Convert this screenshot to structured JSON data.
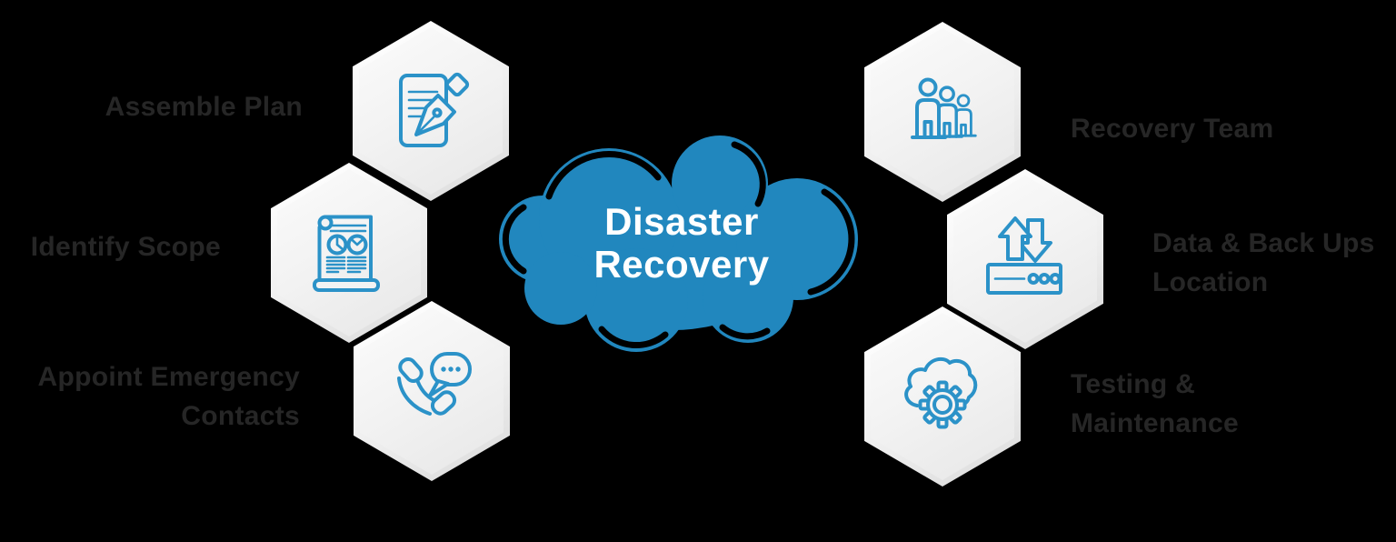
{
  "diagram_title": {
    "line1": "Disaster",
    "line2": "Recovery"
  },
  "colors": {
    "background": "#000000",
    "cloud_blue": "#2187BE",
    "icon_blue": "#2B92C8",
    "label_dark": "#262626",
    "hexagon_light": "#FFFFFF",
    "hexagon_shade": "#E7E7E7",
    "cloud_text": "#FFFFFF"
  },
  "left_items": [
    {
      "id": "assemble-plan",
      "icon": "document-pen-icon",
      "line1": "Assemble Plan",
      "line2": ""
    },
    {
      "id": "identify-scope",
      "icon": "report-scroll-icon",
      "line1": "Identify Scope",
      "line2": ""
    },
    {
      "id": "appoint-emergency-contacts",
      "icon": "phone-chat-icon",
      "line1": "Appoint Emergency",
      "line2": "Contacts"
    }
  ],
  "right_items": [
    {
      "id": "recovery-team",
      "icon": "team-icon",
      "line1": "Recovery Team",
      "line2": ""
    },
    {
      "id": "data-backups-location",
      "icon": "server-sync-icon",
      "line1": "Data & Back Ups",
      "line2": "Location"
    },
    {
      "id": "testing-maintenance",
      "icon": "cloud-gear-icon",
      "line1": "Testing &",
      "line2": "Maintenance"
    }
  ]
}
